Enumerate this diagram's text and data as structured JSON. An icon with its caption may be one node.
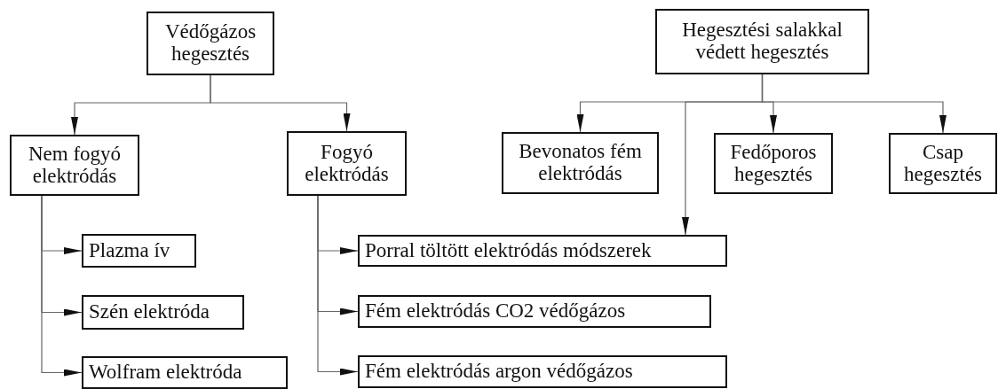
{
  "diagram": {
    "nodes": [
      {
        "text": [
          "Védőgázos hegesztés"
        ]
      },
      {
        "text": [
          "Nem fogyó elektródás"
        ]
      },
      {
        "text": [
          "Fogyó elektródás"
        ]
      },
      {
        "text": [
          "Hegesztési salakkal védett hegesztés"
        ]
      },
      {
        "text": [
          "Bevonatos fém elektródás"
        ]
      },
      {
        "text": [
          "Fedőporos hegesztés"
        ]
      },
      {
        "text": [
          "Csap hegesztés"
        ]
      },
      {
        "text": [
          "Plazma ív"
        ]
      },
      {
        "text": [
          "Szén elektróda"
        ]
      },
      {
        "text": [
          "Wolfram elektróda"
        ]
      },
      {
        "text": [
          "Porral töltött elektródás módszerek"
        ]
      },
      {
        "text": [
          "Fém elektródás CO2 védőgázos"
        ]
      },
      {
        "text": [
          "Fém elektródás argon védőgázos"
        ]
      }
    ],
    "edges": [
      {
        "from": 0,
        "to": 1,
        "arrow": "to"
      },
      {
        "from": 0,
        "to": 2,
        "arrow": "to"
      },
      {
        "from": 3,
        "to": 4,
        "arrow": "to"
      },
      {
        "from": 3,
        "to": 10,
        "arrow": "to"
      },
      {
        "from": 3,
        "to": 5,
        "arrow": "to"
      },
      {
        "from": 3,
        "to": 6,
        "arrow": "to"
      },
      {
        "from": 1,
        "to": 7,
        "arrow": "to"
      },
      {
        "from": 1,
        "to": 8,
        "arrow": "to"
      },
      {
        "from": 1,
        "to": 9,
        "arrow": "to"
      },
      {
        "from": 2,
        "to": 10,
        "arrow": "to"
      },
      {
        "from": 2,
        "to": 11,
        "arrow": "to"
      },
      {
        "from": 2,
        "to": 12,
        "arrow": "to"
      }
    ]
  }
}
